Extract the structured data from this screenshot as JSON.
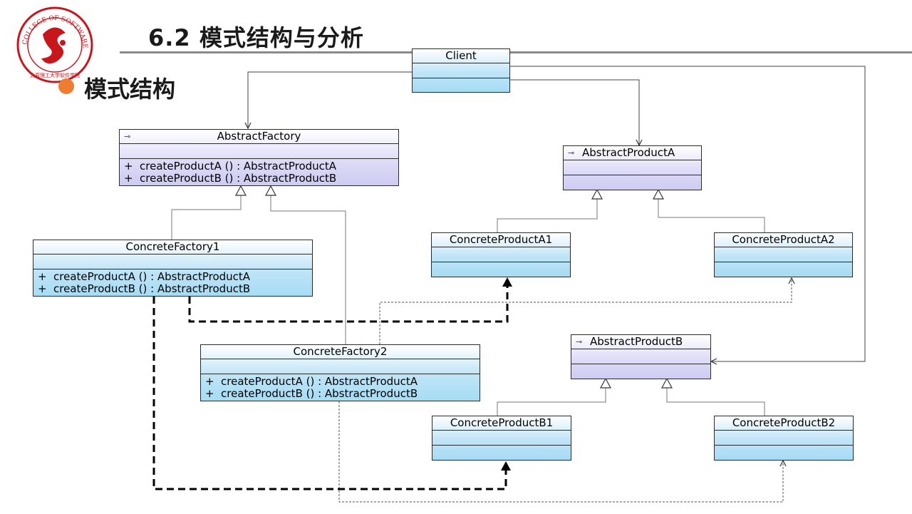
{
  "slide": {
    "title": "6.2 模式结构与分析",
    "bullet": "模式结构",
    "logo": {
      "ring_text": "COLLEGE OF SOFTWARE",
      "bottom_text": "太原理工大学软件学院",
      "accent": "#c8161d"
    }
  },
  "colors": {
    "bullet": "#ee7d31",
    "blue_class": "#a6dcf4",
    "purple_class": "#cecbf2"
  },
  "classes": {
    "client": {
      "name": "Client"
    },
    "abstract_factory": {
      "name": "AbstractFactory",
      "icon": "interface-icon",
      "ops": [
        {
          "vis": "+",
          "sig": "createProductA ()  : AbstractProductA"
        },
        {
          "vis": "+",
          "sig": "createProductB () : AbstractProductB"
        }
      ]
    },
    "concrete_factory1": {
      "name": "ConcreteFactory1",
      "ops": [
        {
          "vis": "+",
          "sig": "createProductA ()  : AbstractProductA"
        },
        {
          "vis": "+",
          "sig": "createProductB ()  : AbstractProductB"
        }
      ]
    },
    "concrete_factory2": {
      "name": "ConcreteFactory2",
      "ops": [
        {
          "vis": "+",
          "sig": "createProductA ()  : AbstractProductA"
        },
        {
          "vis": "+",
          "sig": "createProductB ()  : AbstractProductB"
        }
      ]
    },
    "abstract_product_a": {
      "name": "AbstractProductA",
      "icon": "interface-icon"
    },
    "concrete_product_a1": {
      "name": "ConcreteProductA1"
    },
    "concrete_product_a2": {
      "name": "ConcreteProductA2"
    },
    "abstract_product_b": {
      "name": "AbstractProductB",
      "icon": "interface-icon"
    },
    "concrete_product_b1": {
      "name": "ConcreteProductB1"
    },
    "concrete_product_b2": {
      "name": "ConcreteProductB2"
    }
  }
}
